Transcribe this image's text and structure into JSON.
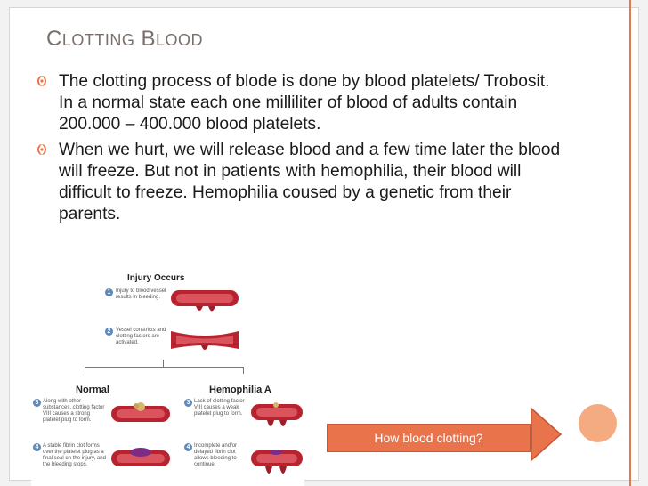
{
  "slide": {
    "title_first_initial": "C",
    "title_first_rest": "LOTTING",
    "title_second_initial": "B",
    "title_second_rest": "LOOD",
    "bullets": [
      "The clotting process of blode is done by blood platelets/ Trobosit. In a normal state each one milliliter of blood of adults contain 200.000 – 400.000 blood platelets.",
      "When we hurt, we will release blood and a few time later the blood will freeze. But not in patients with hemophilia, their blood will difficult to freeze. Hemophilia coused by a genetic from their parents."
    ],
    "bullet_icon": "fleuron-icon",
    "accent_color": "#e9734a",
    "text_color": "#1a1a1a"
  },
  "diagram": {
    "title": "Injury Occurs",
    "step1_num": "1",
    "step1_text": "Injury to blood vessel results in bleeding.",
    "step2_num": "2",
    "step2_text": "Vessel constricts and clotting factors are activated.",
    "col_normal": "Normal",
    "col_hemophilia": "Hemophilia A",
    "step3_num": "3",
    "step3_normal": "Along with other substances, clotting factor VIII causes a strong platelet plug to form.",
    "step3_hemo": "Lack of clotting factor VIII causes a weak platelet plug to form.",
    "step4_num": "4",
    "step4_normal": "A stable fibrin clot forms over the platelet plug as a final seal on the injury, and the bleeding stops.",
    "step4_hemo": "Incomplete and/or delayed fibrin clot allows bleeding to continue."
  },
  "action": {
    "button_label": "How blood clotting?",
    "arrow_icon": "right-arrow-icon"
  }
}
